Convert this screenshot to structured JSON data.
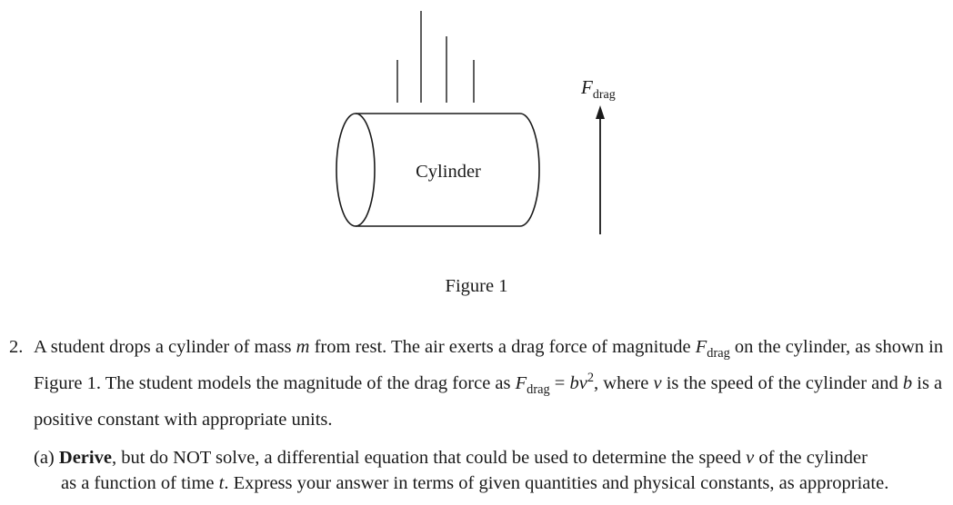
{
  "figure": {
    "cylinder_label": "Cylinder",
    "force_symbol": "F",
    "force_subscript": "drag",
    "caption": "Figure 1"
  },
  "question": {
    "number": "2.",
    "t1": "A student drops a cylinder of mass ",
    "m": "m",
    "t2": " from rest. The air exerts a drag force of magnitude ",
    "F": "F",
    "drag": "drag",
    "t3": " on the cylinder, as shown in Figure 1. The student models the magnitude of the drag force as ",
    "t4": " = ",
    "b": "b",
    "v": "v",
    "sq": "2",
    "t5": ", where ",
    "t6": " is the speed of the cylinder and ",
    "t7": " is a positive constant with appropriate units."
  },
  "part_a": {
    "label": "(a) ",
    "derive": "Derive",
    "t1": ", but do NOT solve, a differential equation that could be used to determine the speed ",
    "v": "v",
    "t2": " of the cylinder",
    "t3": "as a function of time ",
    "t": "t",
    "t4": ". Express your answer in terms of given quantities and physical constants, as appropriate."
  }
}
